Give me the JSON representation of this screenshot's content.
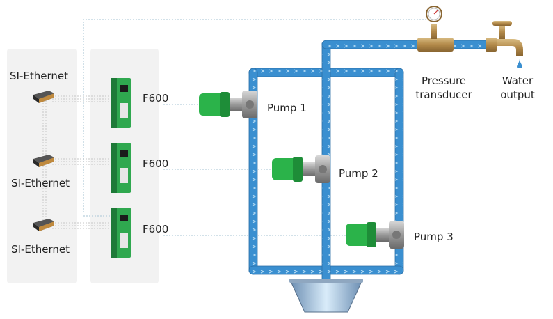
{
  "labels": {
    "si_ethernet_1": "SI-Ethernet",
    "si_ethernet_2": "SI-Ethernet",
    "si_ethernet_3": "SI-Ethernet",
    "drive_1": "F600",
    "drive_2": "F600",
    "drive_3": "F600",
    "pump_1": "Pump 1",
    "pump_2": "Pump 2",
    "pump_3": "Pump 3",
    "pressure_transducer_line1": "Pressure",
    "pressure_transducer_line2": "transducer",
    "water_output_line1": "Water",
    "water_output_line2": "output"
  },
  "colors": {
    "pipe": "#3a8fd0",
    "pipe_light": "#a9d5f2",
    "drive_green": "#2fa84f",
    "motor_green": "#2bb34a",
    "panel_bg": "#f2f2f2",
    "brass": "#b8955a",
    "link_line": "#a9c7d8"
  },
  "icons": {
    "pressure_gauge": "pressure-gauge-icon",
    "tap": "water-tap-icon",
    "tank": "water-tank-icon"
  }
}
